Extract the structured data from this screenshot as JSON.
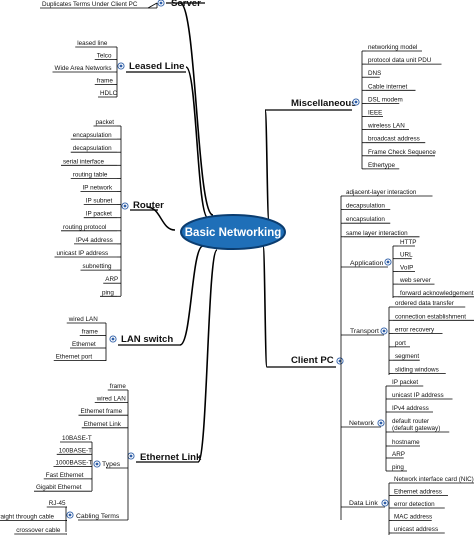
{
  "center": {
    "label": "Basic Networking"
  },
  "server": {
    "label": "Server",
    "items": [
      "Duplicates Terms Under Client PC"
    ]
  },
  "leased_line": {
    "label": "Leased Line",
    "items": [
      "leased line",
      "Telco",
      "Wide Area Networks",
      "frame",
      "HDLC"
    ]
  },
  "router": {
    "label": "Router",
    "items": [
      "packet",
      "encapsulation",
      "decapsulation",
      "serial interface",
      "routing table",
      "IP network",
      "IP subnet",
      "IP packet",
      "routing protocol",
      "IPv4 address",
      "unicast IP address",
      "subnetting",
      "ARP",
      "ping"
    ]
  },
  "lan_switch": {
    "label": "LAN switch",
    "items": [
      "wired LAN",
      "frame",
      "Ethernet",
      "Ethernet port"
    ]
  },
  "ethernet_link": {
    "label": "Ethernet Link",
    "items": [
      "frame",
      "wired LAN",
      "Ethernet frame",
      "Ethernet Link"
    ],
    "types": {
      "label": "Types",
      "items": [
        "10BASE-T",
        "100BASE-T",
        "1000BASE-T",
        "Fast Ethernet",
        "Gigabit Ethernet"
      ]
    },
    "cabling": {
      "label": "Cabling Terms",
      "items": [
        "RJ-45",
        "straight through cable",
        "crossover cable"
      ]
    }
  },
  "misc": {
    "label": "Miscellaneous",
    "items": [
      "networking model",
      "protocol data unit PDU",
      "DNS",
      "Cable internet",
      "DSL modem",
      "IEEE",
      "wireless LAN",
      "broadcast address",
      "Frame Check Sequence",
      "Ethertype"
    ]
  },
  "client_pc": {
    "label": "Client PC",
    "items": [
      "adjacent-layer interaction",
      "decapsulation",
      "encapsulation",
      "same layer interaction"
    ],
    "application": {
      "label": "Application",
      "items": [
        "HTTP",
        "URL",
        "VoIP",
        "web server",
        "forward acknowledgement"
      ]
    },
    "transport": {
      "label": "Transport",
      "items": [
        "ordered data transfer",
        "connection establishment",
        "error recovery",
        "port",
        "segment",
        "sliding windows"
      ]
    },
    "network": {
      "label": "Network",
      "items": [
        "IP packet",
        "unicast IP address",
        "IPv4 address",
        "default router\n(default gateway)",
        "hostname",
        "ARP",
        "ping"
      ]
    },
    "datalink": {
      "label": "Data Link",
      "items": [
        "Network interface card (NIC)",
        "Ethernet address",
        "error detection",
        "MAC address",
        "unicast address"
      ]
    }
  },
  "colors": {
    "center_fill": "#1f6fb8",
    "center_stroke": "#0b3d70",
    "line": "#000000",
    "collapse_icon": "#2f5fa8"
  }
}
